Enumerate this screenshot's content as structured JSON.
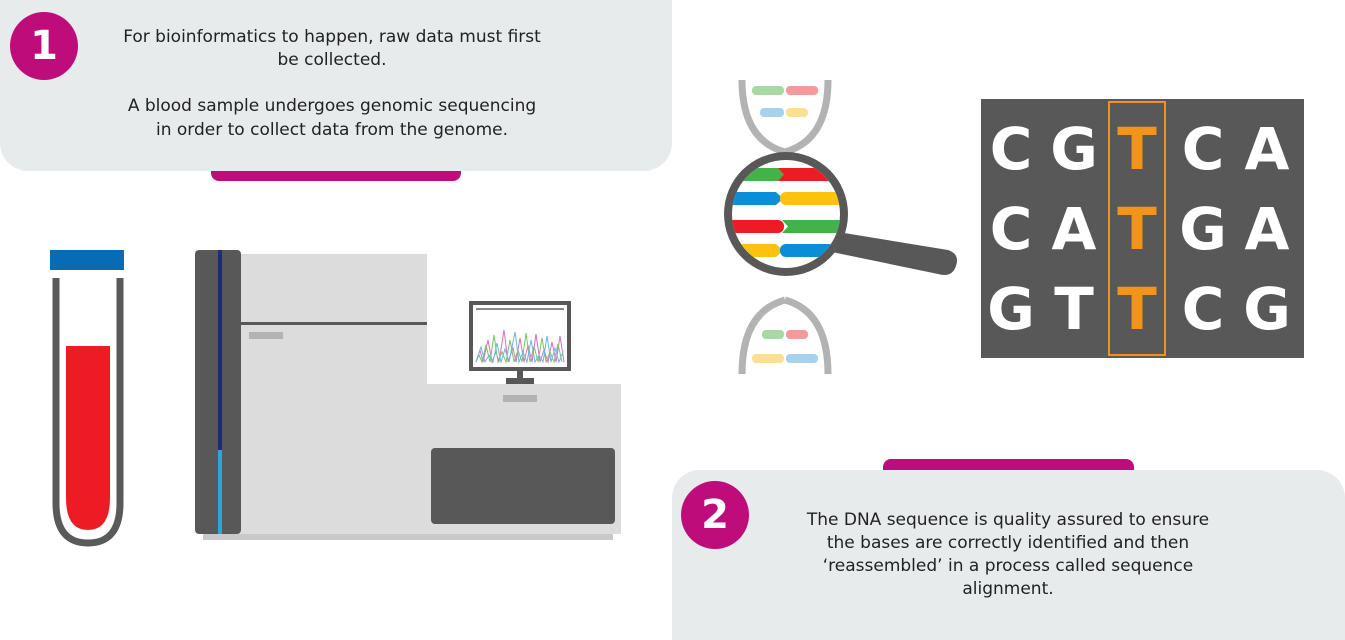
{
  "step1": {
    "number": "1",
    "line1": "For bioinformatics to happen, raw data must first",
    "line2": "be collected.",
    "line3": "A blood sample undergoes genomic sequencing",
    "line4": "in order to collect data from the genome."
  },
  "step2": {
    "number": "2",
    "line1": "The DNA sequence is quality assured to ensure",
    "line2": "the bases are correctly identified and then",
    "line3": "‘reassembled’ in a process called sequence",
    "line4": "alignment."
  },
  "sequence": {
    "rows": [
      [
        "C",
        "G",
        "T",
        "C",
        "A"
      ],
      [
        "C",
        "A",
        "T",
        "G",
        "A"
      ],
      [
        "G",
        "T",
        "T",
        "C",
        "G"
      ]
    ],
    "highlight_column": 2
  },
  "icons": {
    "tube": "blood-sample-tube-icon",
    "sequencer": "genomic-sequencer-icon",
    "monitor": "chromatogram-monitor-icon",
    "dna": "dna-helix-icon",
    "magnifier": "magnifying-glass-icon"
  },
  "colors": {
    "magenta": "#bf0c7b",
    "panel": "#e7ebeb",
    "grid": "#585858",
    "highlight": "#f29419",
    "blood": "#ed1c24",
    "cap": "#0a6bb5"
  }
}
